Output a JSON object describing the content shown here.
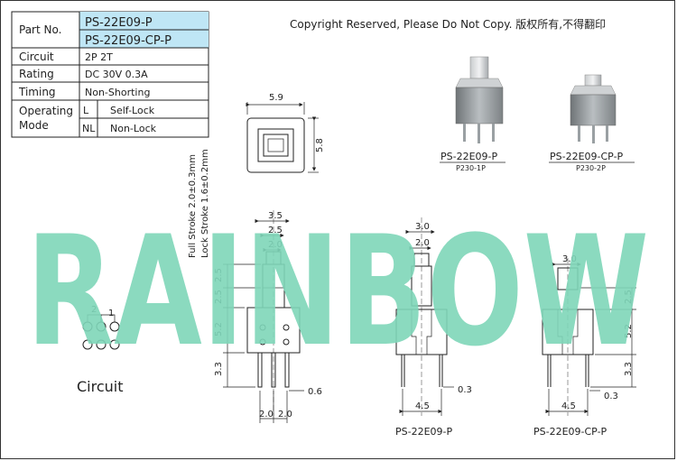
{
  "spec_table": {
    "part_no_label": "Part No.",
    "part_numbers": [
      "PS-22E09-P",
      "PS-22E09-CP-P"
    ],
    "rows": [
      {
        "label": "Circuit",
        "value": "2P  2T"
      },
      {
        "label": "Rating",
        "value": "DC  30V  0.3A"
      },
      {
        "label": "Timing",
        "value": "Non-Shorting"
      }
    ],
    "operating_label_1": "Operating",
    "operating_label_2": "Mode",
    "modes": [
      {
        "code": "L",
        "desc": "Self-Lock"
      },
      {
        "code": "NL",
        "desc": "Non-Lock"
      }
    ],
    "header_fill": "#bfe6f5"
  },
  "copyright": "Copyright Reserved, Please Do Not Copy. 版权所有,不得翻印",
  "watermark": "RAINBOW",
  "watermark_color": "#7fd6b9",
  "top_view": {
    "width": "5.9",
    "height": "5.8"
  },
  "products": [
    {
      "name": "PS-22E09-P",
      "code": "P230-1P"
    },
    {
      "name": "PS-22E09-CP-P",
      "code": "P230-2P"
    }
  ],
  "stroke": {
    "full": "Full Stroke 2.0±0.3mm",
    "lock": "Lock Stroke 1.6±0.2mm"
  },
  "side_view_1": {
    "dims_top": [
      "3.5",
      "2.5",
      "2.0"
    ],
    "dims_left": [
      "2.5",
      "2.5",
      "5.2",
      "3.3"
    ],
    "dims_bottom": [
      "2.0",
      "2.0"
    ],
    "pin_width": "0.6"
  },
  "side_view_2": {
    "dims_top": [
      "3.0",
      "2.0"
    ],
    "pitch": "4.5",
    "pin_width": "0.3",
    "label": "PS-22E09-P"
  },
  "side_view_3": {
    "dims_top": [
      "3.0"
    ],
    "dims_right": [
      "2.5",
      "5.2",
      "3.3"
    ],
    "pitch": "4.5",
    "pin_width": "0.3",
    "label": "PS-22E09-CP-P"
  },
  "circuit": {
    "label": "Circuit",
    "pin_labels": [
      "2",
      "1"
    ]
  }
}
